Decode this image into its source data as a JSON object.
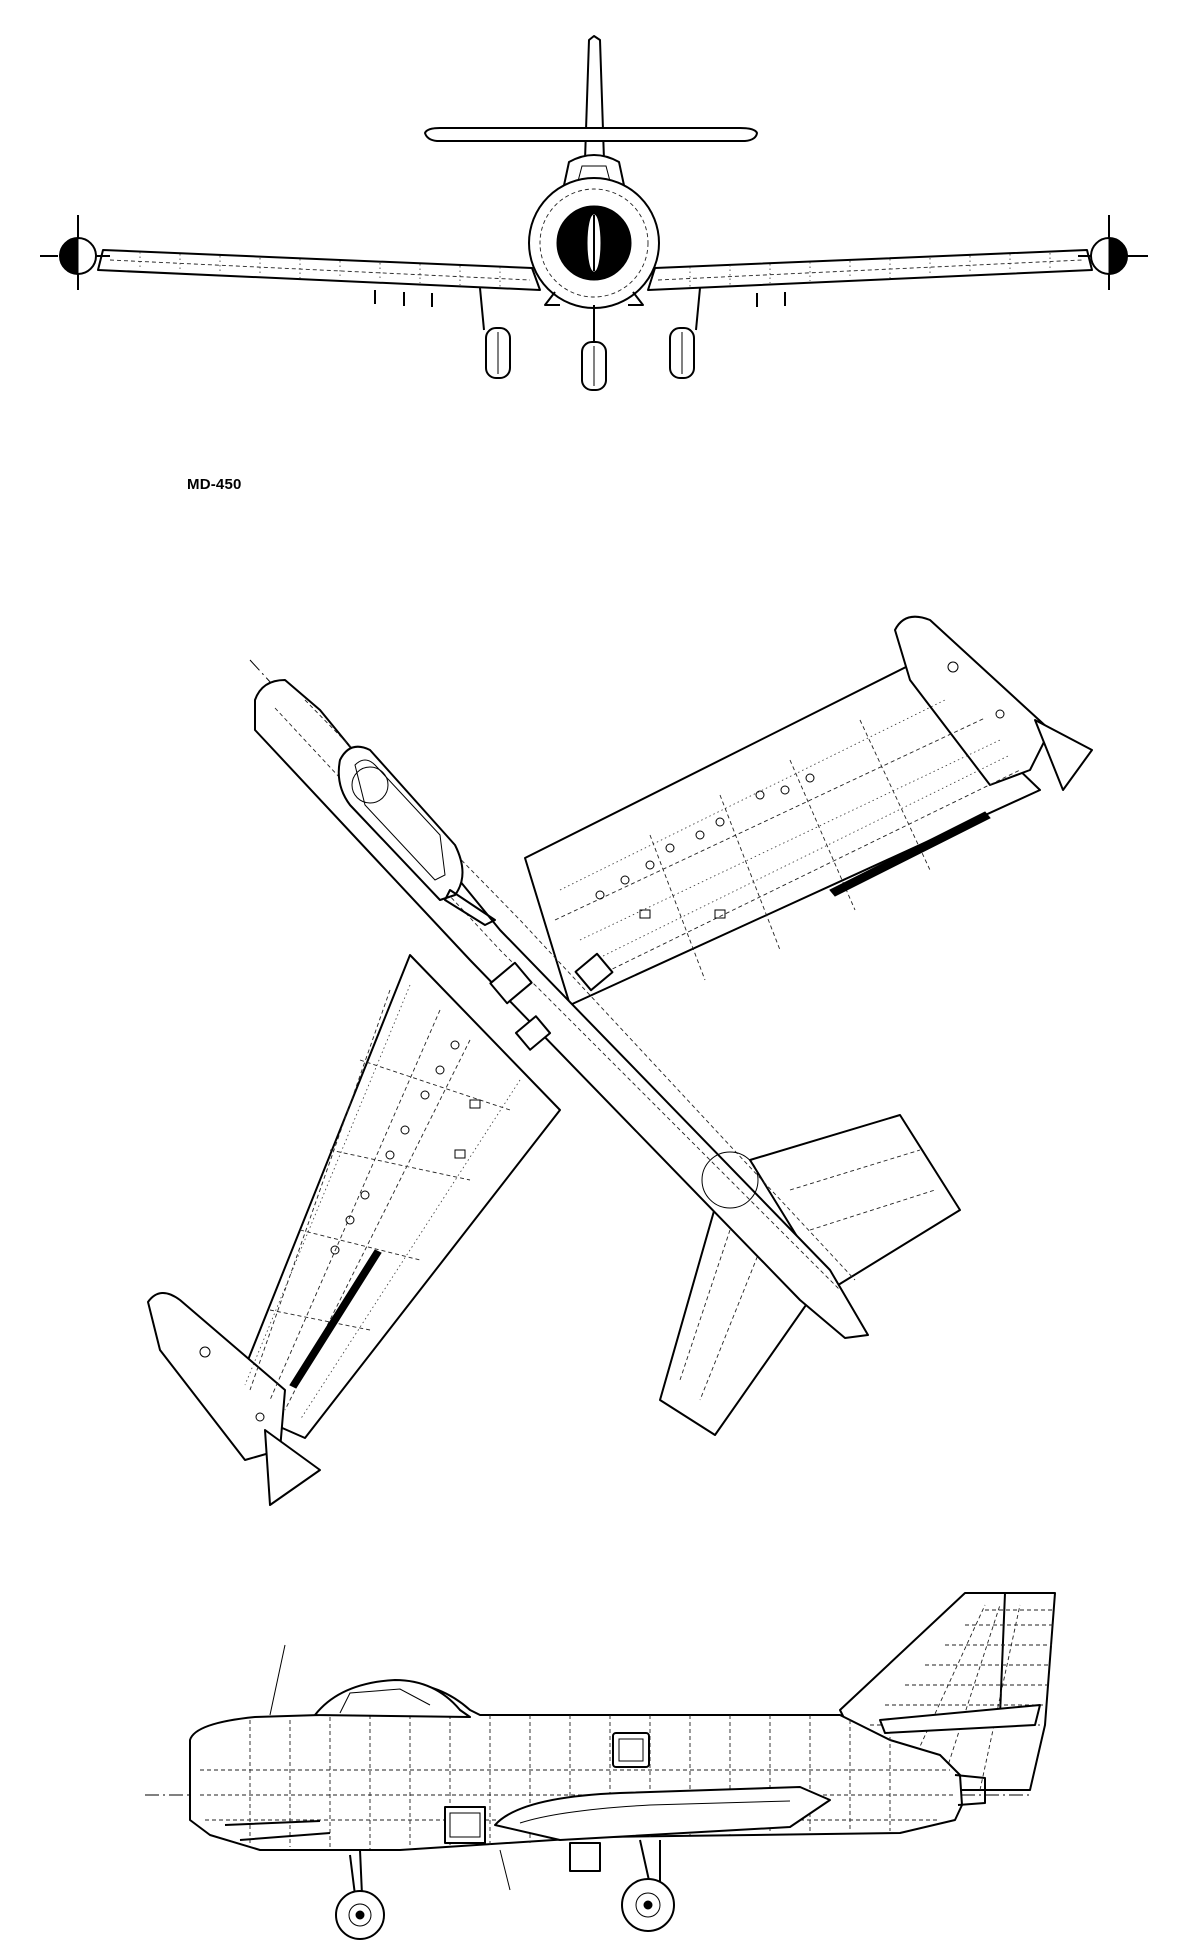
{
  "drawing": {
    "model_label": "MD-450",
    "views": [
      {
        "name": "front-view"
      },
      {
        "name": "plan-view"
      },
      {
        "name": "side-view"
      }
    ]
  }
}
